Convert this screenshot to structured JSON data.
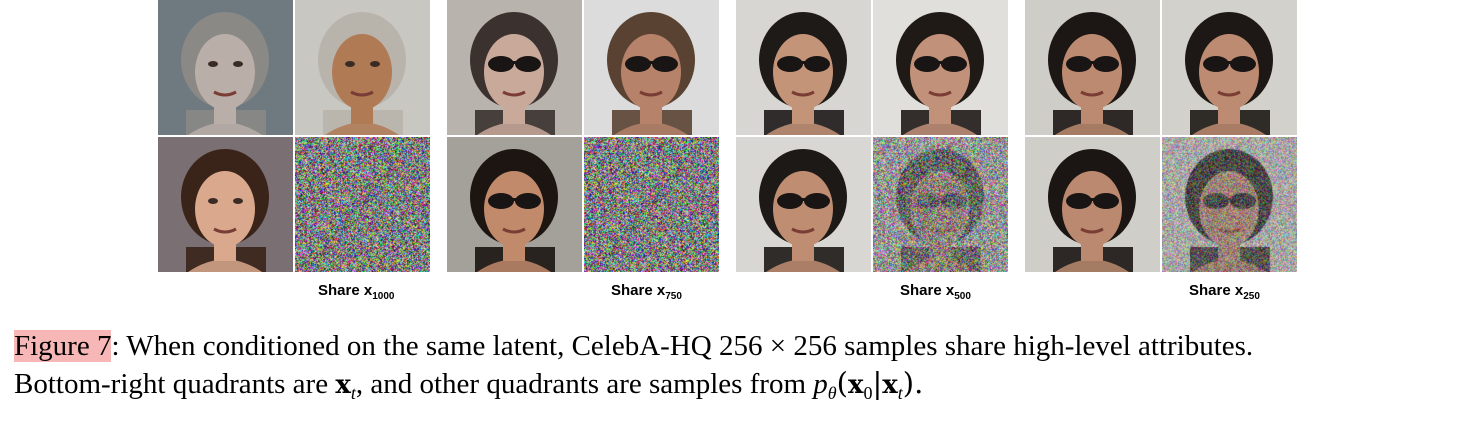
{
  "figure": {
    "panels": [
      {
        "id": "p1000",
        "label_prefix": "Share x",
        "label_sub": "1000",
        "noise_level": 1.0,
        "faces": [
          {
            "name": "face-woman-gray",
            "hair": "#8a8986",
            "skin": "#b9aea8",
            "bg": "#6e7a80",
            "glasses": false
          },
          {
            "name": "face-man-smiling",
            "hair": "#b9b4ab",
            "skin": "#b07a55",
            "bg": "#c9c7c2",
            "glasses": false
          },
          {
            "name": "face-woman-brunette",
            "hair": "#3a2419",
            "skin": "#d9a88d",
            "bg": "#7a6f72",
            "glasses": false
          }
        ]
      },
      {
        "id": "p750",
        "label_prefix": "Share x",
        "label_sub": "750",
        "noise_level": 1.0,
        "faces": [
          {
            "name": "face-older-woman-sunglasses",
            "hair": "#3b3230",
            "skin": "#c9a99a",
            "bg": "#b8b3ad",
            "glasses": true
          },
          {
            "name": "face-man-sunglasses",
            "hair": "#5a4233",
            "skin": "#b6826a",
            "bg": "#dcdcdc",
            "glasses": true
          },
          {
            "name": "face-man-dark-hair-sunglasses",
            "hair": "#1c1512",
            "skin": "#c08a6b",
            "bg": "#a4a09a",
            "glasses": true
          }
        ]
      },
      {
        "id": "p500",
        "label_prefix": "Share x",
        "label_sub": "500",
        "noise_level": 0.75,
        "faces": [
          {
            "name": "face-man-sunglasses-a",
            "hair": "#1e1a18",
            "skin": "#c49478",
            "bg": "#d7d6d2",
            "glasses": true
          },
          {
            "name": "face-man-sunglasses-b",
            "hair": "#201a17",
            "skin": "#c2917a",
            "bg": "#e0dfdb",
            "glasses": true
          },
          {
            "name": "face-man-sunglasses-c",
            "hair": "#1d1916",
            "skin": "#bf8d72",
            "bg": "#d8d7d3",
            "glasses": true
          }
        ]
      },
      {
        "id": "p250",
        "label_prefix": "Share x",
        "label_sub": "250",
        "noise_level": 0.5,
        "faces": [
          {
            "name": "face-man-sunglasses-d",
            "hair": "#1c1714",
            "skin": "#bb8a70",
            "bg": "#cfcdc8",
            "glasses": true
          },
          {
            "name": "face-man-sunglasses-e",
            "hair": "#1d1815",
            "skin": "#bd8b71",
            "bg": "#d3d1cc",
            "glasses": true
          },
          {
            "name": "face-man-sunglasses-f",
            "hair": "#1b1613",
            "skin": "#ba896f",
            "bg": "#d0cec9",
            "glasses": true
          }
        ]
      }
    ]
  },
  "caption": {
    "fig_ref": "Figure 7",
    "line1_text": ": When conditioned on the same latent, CelebA-HQ 256 × 256 samples share high-level attributes.",
    "line2_a": "Bottom-right quadrants are ",
    "x": "x",
    "t": "t",
    "line2_b": ", and other quadrants are samples from ",
    "p": "p",
    "theta": "θ",
    "open_paren": "(",
    "zero": "0",
    "bar": "|",
    "close_paren": ").",
    "colors": {
      "fig_ref_highlight": "#f7b7b7"
    }
  }
}
